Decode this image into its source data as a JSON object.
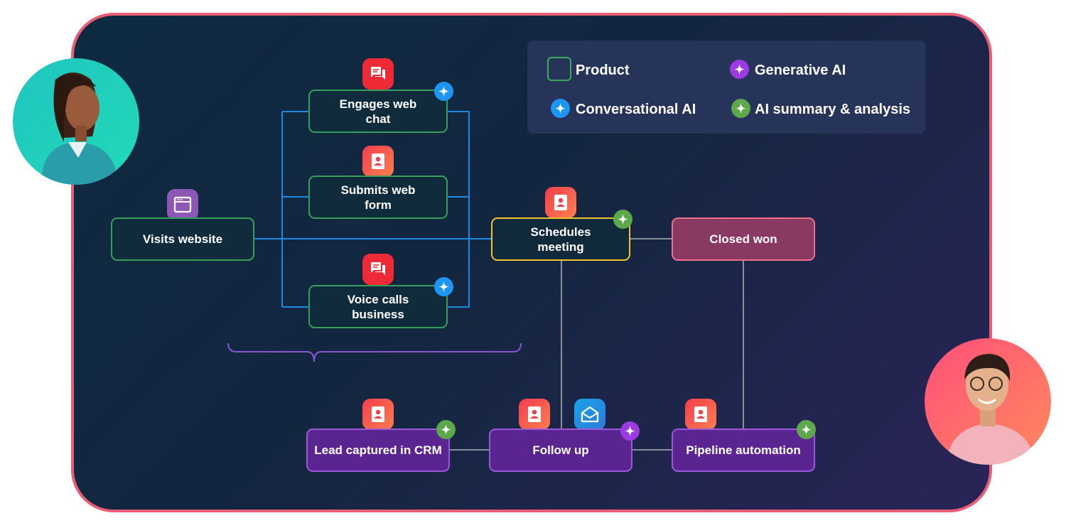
{
  "legend": {
    "product": "Product",
    "generative_ai": "Generative AI",
    "conversational_ai": "Conversational AI",
    "ai_summary": "AI summary & analysis"
  },
  "nodes": {
    "visits_website": "Visits website",
    "engages_chat": "Engages web chat",
    "submits_form": "Submits web form",
    "voice_calls": "Voice calls business",
    "schedules_meeting": "Schedules meeting",
    "closed_won": "Closed won",
    "lead_captured": "Lead captured in CRM",
    "follow_up": "Follow up",
    "pipeline_automation": "Pipeline automation"
  },
  "colors": {
    "panel_border": "#e95d75",
    "product_green": "#36a05a",
    "conversational_blue": "#1d95f2",
    "generative_purple": "#9d3be2",
    "summary_green": "#5ea84c",
    "connector_blue": "#1e88e5",
    "connector_gray": "#8a8f99",
    "meeting_yellow": "#f1c230"
  },
  "icons": [
    "browser-icon",
    "chat-icon",
    "contact-card-icon",
    "mail-icon",
    "sparkle-icon",
    "avatar"
  ]
}
